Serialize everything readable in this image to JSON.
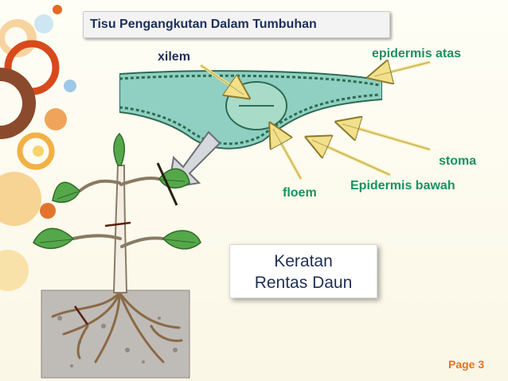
{
  "slide": {
    "title": "Tisu Pengangkutan Dalam Tumbuhan",
    "caption_line1": "Keratan",
    "caption_line2": "Rentas Daun",
    "page_label": "Page 3"
  },
  "labels": {
    "xilem": "xilem",
    "epidermis_atas": "epidermis atas",
    "stoma": "stoma",
    "floem": "floem",
    "epidermis_bawah": "Epidermis bawah"
  },
  "colors": {
    "title_text": "#1c2f5c",
    "label_teal": "#17925f",
    "page_label": "#e3731f",
    "pointer_arrow": "#f2e08a",
    "leaf_tissue": "#8fd0c2"
  }
}
